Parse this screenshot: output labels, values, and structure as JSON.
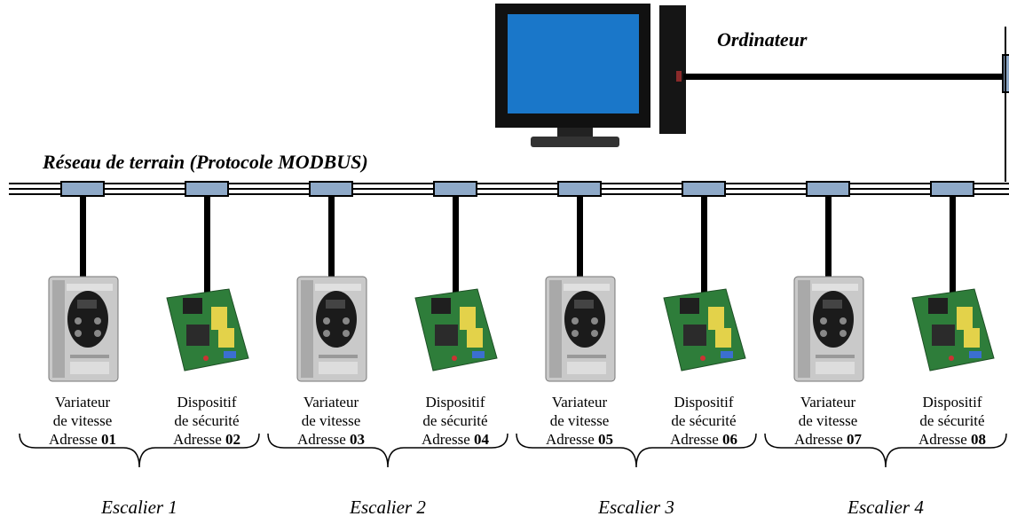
{
  "computer": {
    "label": "Ordinateur"
  },
  "network": {
    "label": "Réseau de terrain (Protocole MODBUS)"
  },
  "devices": [
    {
      "type": "variateur",
      "line1": "Variateur",
      "line2": "de vitesse",
      "addr_prefix": "Adresse",
      "addr": "01"
    },
    {
      "type": "securite",
      "line1": "Dispositif",
      "line2": "de sécurité",
      "addr_prefix": "Adresse",
      "addr": "02"
    },
    {
      "type": "variateur",
      "line1": "Variateur",
      "line2": "de vitesse",
      "addr_prefix": "Adresse",
      "addr": "03"
    },
    {
      "type": "securite",
      "line1": "Dispositif",
      "line2": "de sécurité",
      "addr_prefix": "Adresse",
      "addr": "04"
    },
    {
      "type": "variateur",
      "line1": "Variateur",
      "line2": "de vitesse",
      "addr_prefix": "Adresse",
      "addr": "05"
    },
    {
      "type": "securite",
      "line1": "Dispositif",
      "line2": "de sécurité",
      "addr_prefix": "Adresse",
      "addr": "06"
    },
    {
      "type": "variateur",
      "line1": "Variateur",
      "line2": "de vitesse",
      "addr_prefix": "Adresse",
      "addr": "07"
    },
    {
      "type": "securite",
      "line1": "Dispositif",
      "line2": "de sécurité",
      "addr_prefix": "Adresse",
      "addr": "08"
    }
  ],
  "groups": [
    {
      "label": "Escalier 1"
    },
    {
      "label": "Escalier 2"
    },
    {
      "label": "Escalier 3"
    },
    {
      "label": "Escalier 4"
    }
  ],
  "colors": {
    "screen": "#1a77c9",
    "bezel": "#111111",
    "connector": "#8ea9c8",
    "pcb": "#2e7d3a",
    "drive_body": "#c9c9c9"
  }
}
